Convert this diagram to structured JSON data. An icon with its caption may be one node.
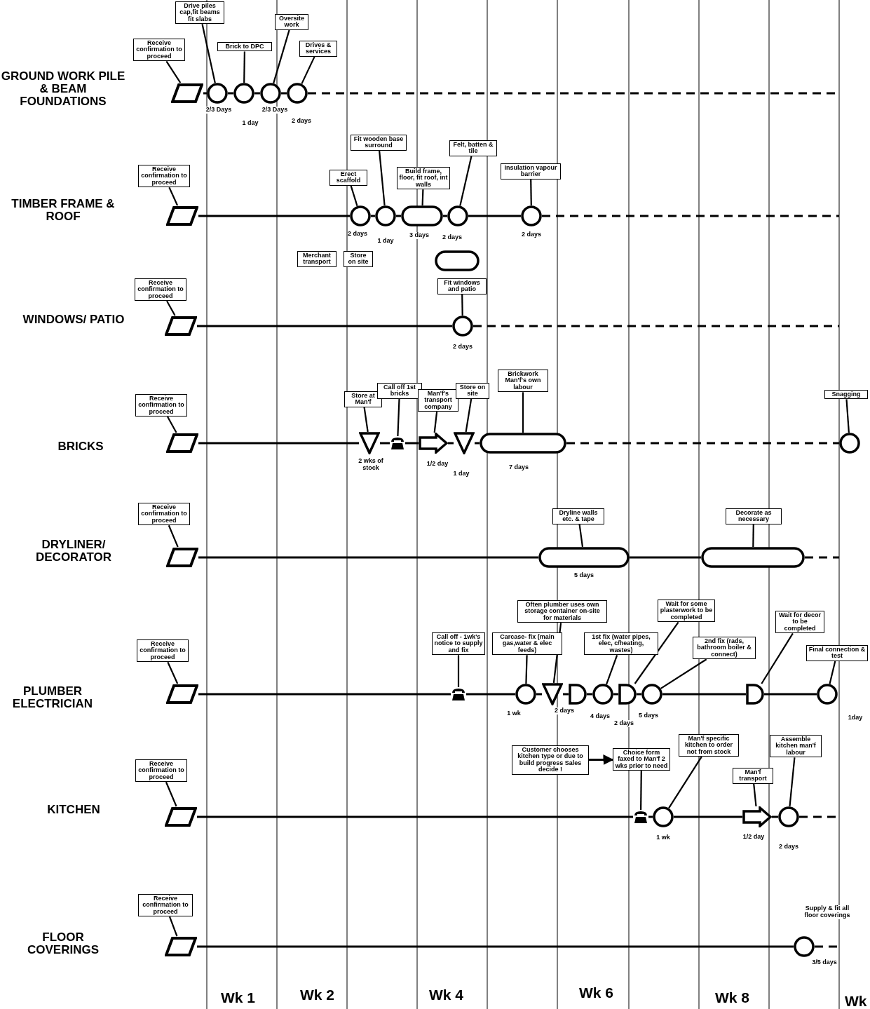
{
  "diagram": {
    "nodes": [
      {
        "text": [
          "Receive confirmation to proceed"
        ]
      },
      {
        "text": [],
        "shape": "parallelogram"
      },
      {
        "text": [
          "Drive piles cap,fit beams fit slabs"
        ]
      },
      {
        "text": [],
        "shape": "circle",
        "beside": [
          "2/3 Days"
        ]
      },
      {
        "text": [
          "Brick to DPC"
        ]
      },
      {
        "text": [],
        "shape": "circle",
        "beside": [
          "1 day"
        ]
      },
      {
        "text": [
          "Oversite work"
        ]
      },
      {
        "text": [],
        "shape": "circle",
        "beside": [
          "2/3 Days"
        ]
      },
      {
        "text": [
          "Drives & services"
        ]
      },
      {
        "text": [],
        "shape": "circle",
        "beside": [
          "2 days"
        ]
      },
      {
        "text": [
          "Receive confirmation to proceed"
        ]
      },
      {
        "text": [],
        "shape": "parallelogram"
      },
      {
        "text": [
          "Erect scaffold"
        ]
      },
      {
        "text": [],
        "shape": "circle",
        "beside": [
          "2 days"
        ]
      },
      {
        "text": [
          "Fit wooden base surround"
        ]
      },
      {
        "text": [],
        "shape": "circle",
        "beside": [
          "1 day"
        ]
      },
      {
        "text": [
          "Build frame, floor, fit roof, int walls"
        ]
      },
      {
        "text": [],
        "shape": "bar",
        "beside": [
          "3 days"
        ]
      },
      {
        "text": [
          "Felt, batten & tile"
        ]
      },
      {
        "text": [],
        "shape": "circle",
        "beside": [
          "2 days"
        ]
      },
      {
        "text": [
          "Insulation vapour barrier"
        ]
      },
      {
        "text": [],
        "shape": "circle",
        "beside": [
          "2 days"
        ]
      },
      {
        "text": [
          "Merchant transport"
        ]
      },
      {
        "text": [
          "Store on site"
        ]
      },
      {
        "text": [],
        "shape": "bar"
      },
      {
        "text": [
          "Receive confirmation to proceed"
        ]
      },
      {
        "text": [],
        "shape": "parallelogram"
      },
      {
        "text": [
          "Fit windows and patio"
        ]
      },
      {
        "text": [],
        "shape": "circle",
        "beside": [
          "2 days"
        ]
      },
      {
        "text": [
          "Receive confirmation to proceed"
        ]
      },
      {
        "text": [],
        "shape": "parallelogram"
      },
      {
        "text": [
          "Store at Man'f"
        ]
      },
      {
        "text": [],
        "shape": "triangle",
        "beside": [
          "2 wks of stock"
        ]
      },
      {
        "text": [
          "Call off 1st bricks"
        ]
      },
      {
        "text": [],
        "shape": "telephone"
      },
      {
        "text": [
          "Man'f's transport company"
        ]
      },
      {
        "text": [],
        "shape": "arrow",
        "beside": [
          "1/2 day"
        ]
      },
      {
        "text": [
          "Store on site"
        ]
      },
      {
        "text": [],
        "shape": "triangle",
        "beside": [
          "1 day"
        ]
      },
      {
        "text": [
          "Brickwork Man'f's own labour"
        ]
      },
      {
        "text": [],
        "shape": "bar",
        "beside": [
          "7 days"
        ]
      },
      {
        "text": [
          "Snagging"
        ]
      },
      {
        "text": [],
        "shape": "circle"
      },
      {
        "text": [
          "Receive confirmation to proceed"
        ]
      },
      {
        "text": [],
        "shape": "parallelogram"
      },
      {
        "text": [
          "Dryline walls etc. & tape"
        ]
      },
      {
        "text": [],
        "shape": "bar",
        "beside": [
          "5 days"
        ]
      },
      {
        "text": [
          "Decorate as necessary"
        ]
      },
      {
        "text": [],
        "shape": "bar"
      },
      {
        "text": [
          "Receive confirmation to proceed"
        ]
      },
      {
        "text": [],
        "shape": "parallelogram"
      },
      {
        "text": [
          "Call off - 1wk's notice to supply and fix"
        ]
      },
      {
        "text": [],
        "shape": "telephone"
      },
      {
        "text": [
          "Carcase- fix (main gas,water & elec feeds)"
        ]
      },
      {
        "text": [],
        "shape": "circle",
        "beside": [
          "1 wk"
        ]
      },
      {
        "text": [
          "Often plumber uses own storage container on-site for materials"
        ]
      },
      {
        "text": [],
        "shape": "triangle",
        "beside": [
          "2 days"
        ]
      },
      {
        "text": [
          "1st fix (water pipes, elec, c/heating, wastes)"
        ]
      },
      {
        "text": [],
        "shape": "semicircle"
      },
      {
        "text": [],
        "shape": "circle",
        "beside": [
          "4 days"
        ]
      },
      {
        "text": [
          "Wait for some plasterwork to be completed"
        ]
      },
      {
        "text": [],
        "shape": "semicircle",
        "beside": [
          "2 days"
        ]
      },
      {
        "text": [
          "2nd fix (rads, bathroom boiler & connect)"
        ]
      },
      {
        "text": [],
        "shape": "circle",
        "beside": [
          "5 days"
        ]
      },
      {
        "text": [
          "Wait for decor to be completed"
        ]
      },
      {
        "text": [],
        "shape": "semicircle"
      },
      {
        "text": [
          "Final connection & test"
        ]
      },
      {
        "text": [],
        "shape": "circle",
        "beside": [
          "1day"
        ]
      },
      {
        "text": [
          "Receive confirmation to proceed"
        ]
      },
      {
        "text": [],
        "shape": "parallelogram"
      },
      {
        "text": [
          "Customer chooses kitchen type or due to build progress Sales decide !"
        ]
      },
      {
        "text": [
          "Choice form faxed to Man'f 2 wks prior to need"
        ]
      },
      {
        "text": [],
        "shape": "telephone"
      },
      {
        "text": [
          "Man'f specific kitchen to order not from stock"
        ]
      },
      {
        "text": [],
        "shape": "circle",
        "beside": [
          "1 wk"
        ]
      },
      {
        "text": [
          "Man'f transport"
        ]
      },
      {
        "text": [],
        "shape": "arrow",
        "beside": [
          "1/2 day"
        ]
      },
      {
        "text": [
          "Assemble kitchen man'f labour"
        ]
      },
      {
        "text": [],
        "shape": "circle",
        "beside": [
          "2 days"
        ]
      },
      {
        "text": [
          "Receive confirmation to proceed"
        ]
      },
      {
        "text": [],
        "shape": "parallelogram"
      },
      {
        "text": [],
        "shape": "circle",
        "beside": [
          "Supply & fit all floor coverings",
          "3/5 days"
        ]
      }
    ],
    "edges": [
      {
        "from": 0,
        "to": 1,
        "arrow": "none"
      },
      {
        "from": 1,
        "to": 3,
        "arrow": "none"
      },
      {
        "from": 2,
        "to": 3,
        "arrow": "none"
      },
      {
        "from": 3,
        "to": 5,
        "arrow": "none"
      },
      {
        "from": 4,
        "to": 5,
        "arrow": "none"
      },
      {
        "from": 5,
        "to": 7,
        "arrow": "none"
      },
      {
        "from": 6,
        "to": 7,
        "arrow": "none"
      },
      {
        "from": 7,
        "to": 9,
        "arrow": "none"
      },
      {
        "from": 8,
        "to": 9,
        "arrow": "none"
      },
      {
        "from": 9,
        "to": null,
        "arrow": "none",
        "style": "dashed"
      },
      {
        "from": 10,
        "to": 11,
        "arrow": "none"
      },
      {
        "from": 11,
        "to": 13,
        "arrow": "none"
      },
      {
        "from": 12,
        "to": 13,
        "arrow": "none"
      },
      {
        "from": 13,
        "to": 15,
        "arrow": "none"
      },
      {
        "from": 14,
        "to": 15,
        "arrow": "none"
      },
      {
        "from": 15,
        "to": 17,
        "arrow": "none"
      },
      {
        "from": 16,
        "to": 17,
        "arrow": "none"
      },
      {
        "from": 17,
        "to": 19,
        "arrow": "none"
      },
      {
        "from": 18,
        "to": 19,
        "arrow": "none"
      },
      {
        "from": 19,
        "to": 21,
        "arrow": "none"
      },
      {
        "from": 20,
        "to": 21,
        "arrow": "none"
      },
      {
        "from": 21,
        "to": null,
        "arrow": "none",
        "style": "dashed"
      },
      {
        "from": 25,
        "to": 26,
        "arrow": "none"
      },
      {
        "from": 26,
        "to": 28,
        "arrow": "none"
      },
      {
        "from": 27,
        "to": 28,
        "arrow": "none"
      },
      {
        "from": 28,
        "to": null,
        "arrow": "none",
        "style": "dashed"
      },
      {
        "from": 29,
        "to": 30,
        "arrow": "none"
      },
      {
        "from": 30,
        "to": 32,
        "arrow": "none"
      },
      {
        "from": 31,
        "to": 32,
        "arrow": "none"
      },
      {
        "from": 32,
        "to": 34,
        "arrow": "none"
      },
      {
        "from": 33,
        "to": 34,
        "arrow": "none"
      },
      {
        "from": 34,
        "to": 36,
        "arrow": "none"
      },
      {
        "from": 35,
        "to": 36,
        "arrow": "none"
      },
      {
        "from": 36,
        "to": 38,
        "arrow": "none"
      },
      {
        "from": 37,
        "to": 38,
        "arrow": "none"
      },
      {
        "from": 38,
        "to": 40,
        "arrow": "none"
      },
      {
        "from": 39,
        "to": 40,
        "arrow": "none"
      },
      {
        "from": 40,
        "to": 42,
        "arrow": "none",
        "style": "dashed"
      },
      {
        "from": 41,
        "to": 42,
        "arrow": "none"
      },
      {
        "from": 43,
        "to": 44,
        "arrow": "none"
      },
      {
        "from": 44,
        "to": 46,
        "arrow": "none"
      },
      {
        "from": 45,
        "to": 46,
        "arrow": "none"
      },
      {
        "from": 46,
        "to": 48,
        "arrow": "none"
      },
      {
        "from": 47,
        "to": 48,
        "arrow": "none"
      },
      {
        "from": 48,
        "to": null,
        "arrow": "none",
        "style": "dashed"
      },
      {
        "from": 49,
        "to": 50,
        "arrow": "none"
      },
      {
        "from": 50,
        "to": 52,
        "arrow": "none"
      },
      {
        "from": 51,
        "to": 52,
        "arrow": "none"
      },
      {
        "from": 52,
        "to": 54,
        "arrow": "none"
      },
      {
        "from": 53,
        "to": 54,
        "arrow": "none"
      },
      {
        "from": 54,
        "to": 56,
        "arrow": "none"
      },
      {
        "from": 55,
        "to": 56,
        "arrow": "none"
      },
      {
        "from": 56,
        "to": 58,
        "arrow": "none"
      },
      {
        "from": 58,
        "to": 59,
        "arrow": "none"
      },
      {
        "from": 57,
        "to": 59,
        "arrow": "none"
      },
      {
        "from": 59,
        "to": 61,
        "arrow": "none"
      },
      {
        "from": 60,
        "to": 61,
        "arrow": "none"
      },
      {
        "from": 61,
        "to": 63,
        "arrow": "none"
      },
      {
        "from": 62,
        "to": 63,
        "arrow": "none"
      },
      {
        "from": 63,
        "to": 65,
        "arrow": "none"
      },
      {
        "from": 64,
        "to": 65,
        "arrow": "none"
      },
      {
        "from": 65,
        "to": 67,
        "arrow": "none"
      },
      {
        "from": 66,
        "to": 67,
        "arrow": "none"
      },
      {
        "from": 68,
        "to": 69,
        "arrow": "none"
      },
      {
        "from": 69,
        "to": 72,
        "arrow": "none"
      },
      {
        "from": 70,
        "to": 71,
        "arrow": "to"
      },
      {
        "from": 71,
        "to": 72,
        "arrow": "none"
      },
      {
        "from": 72,
        "to": 74,
        "arrow": "none"
      },
      {
        "from": 73,
        "to": 74,
        "arrow": "none"
      },
      {
        "from": 74,
        "to": 76,
        "arrow": "none"
      },
      {
        "from": 75,
        "to": 76,
        "arrow": "none"
      },
      {
        "from": 76,
        "to": 78,
        "arrow": "none"
      },
      {
        "from": 77,
        "to": 78,
        "arrow": "none"
      },
      {
        "from": 78,
        "to": null,
        "arrow": "none",
        "style": "dashed"
      },
      {
        "from": 79,
        "to": 80,
        "arrow": "none"
      },
      {
        "from": 80,
        "to": 81,
        "arrow": "none"
      },
      {
        "from": 81,
        "to": null,
        "arrow": "none",
        "style": "dashed"
      }
    ],
    "labels": [
      "GROUND WORK PILE & BEAM FOUNDATIONS",
      "TIMBER FRAME & ROOF",
      "WINDOWS/ PATIO",
      "BRICKS",
      "DRYLINER/ DECORATOR",
      "PLUMBER ELECTRICIAN",
      "KITCHEN",
      "FLOOR COVERINGS",
      "Wk 1",
      "Wk 2",
      "Wk 4",
      "Wk 6",
      "Wk 8",
      "Wk"
    ]
  }
}
